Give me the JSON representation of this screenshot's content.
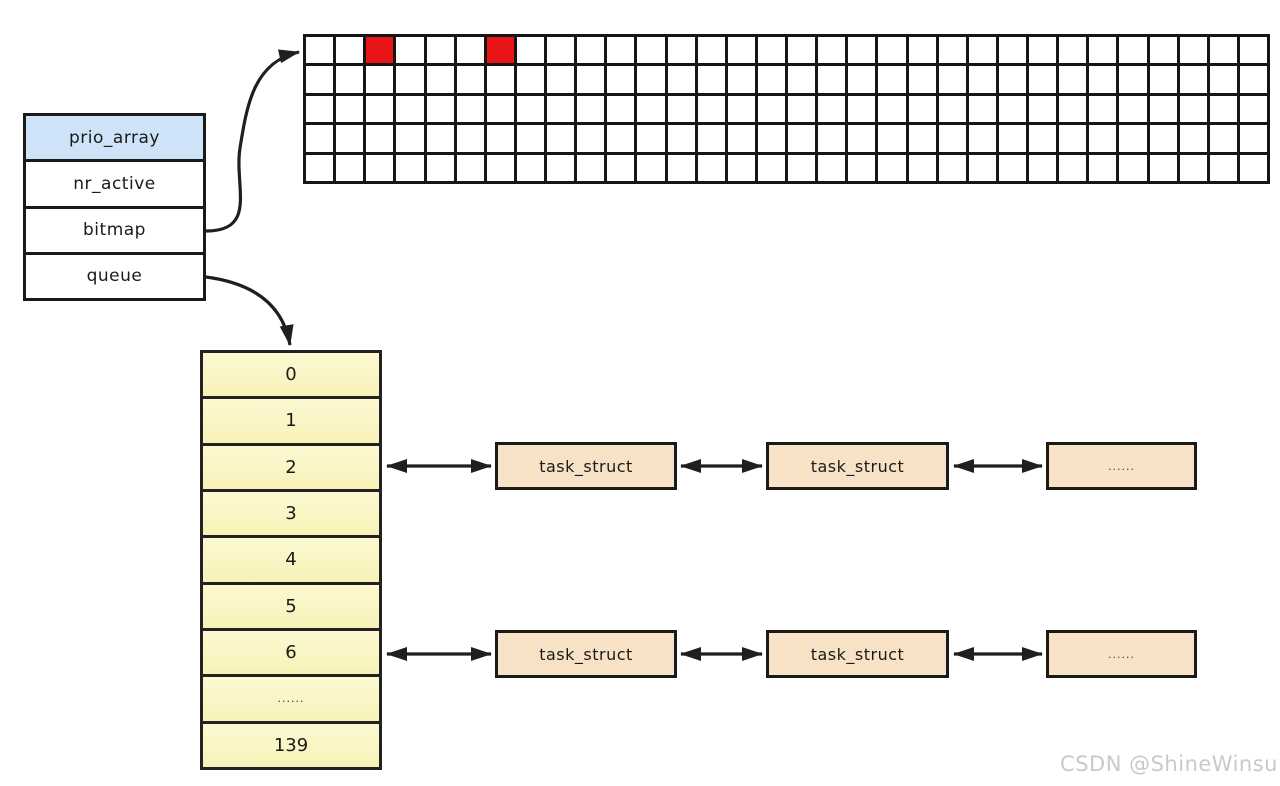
{
  "diagram": {
    "struct": {
      "rows": [
        "prio_array",
        "nr_active",
        "bitmap",
        "queue"
      ],
      "header_color": "#cfe3f8"
    },
    "bitmap_grid": {
      "rows": 5,
      "cols": 32,
      "active_cells": [
        [
          0,
          2
        ],
        [
          0,
          6
        ]
      ],
      "active_color": "#e81416"
    },
    "queue_array": {
      "labels": [
        "0",
        "1",
        "2",
        "3",
        "4",
        "5",
        "6",
        "......",
        "139"
      ],
      "fill_color": "#fbf7c6"
    },
    "task_lists": [
      {
        "queue_label": "2",
        "nodes": [
          "task_struct",
          "task_struct",
          "......"
        ]
      },
      {
        "queue_label": "6",
        "nodes": [
          "task_struct",
          "task_struct",
          "......"
        ]
      }
    ],
    "task_fill_color": "#f8e2c6",
    "line_color": "#1f1f1f"
  },
  "watermark": "CSDN @ShineWinsu"
}
